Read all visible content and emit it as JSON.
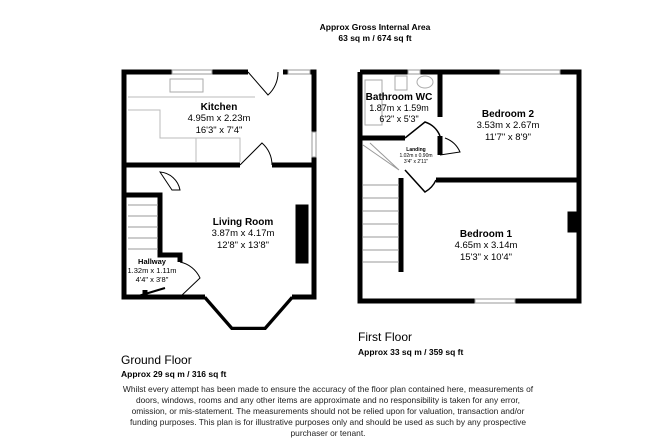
{
  "header": {
    "title": "Approx Gross Internal Area",
    "area": "63 sq m / 674 sq ft"
  },
  "ground_floor": {
    "label": "Ground Floor",
    "area": "Approx 29 sq m / 316 sq ft",
    "rooms": [
      {
        "name": "Kitchen",
        "metric": "4.95m x 2.23m",
        "imperial": "16'3\" x 7'4\""
      },
      {
        "name": "Living Room",
        "metric": "3.87m x 4.17m",
        "imperial": "12'8\" x 13'8\""
      },
      {
        "name": "Hallway",
        "metric": "1.32m x 1.11m",
        "imperial": "4'4\" x 3'8\""
      }
    ]
  },
  "first_floor": {
    "label": "First Floor",
    "area": "Approx 33 sq m / 359 sq ft",
    "rooms": [
      {
        "name": "Bathroom WC",
        "metric": "1.87m x 1.59m",
        "imperial": "6'2\" x 5'3\""
      },
      {
        "name": "Bedroom 2",
        "metric": "3.53m x 2.67m",
        "imperial": "11'7\" x 8'9\""
      },
      {
        "name": "Landing",
        "metric": "1.02m x 0.90m",
        "imperial": "3'4\" x 2'11\""
      },
      {
        "name": "Bedroom 1",
        "metric": "4.65m x 3.14m",
        "imperial": "15'3\" x 10'4\""
      }
    ]
  },
  "disclaimer": "Whilst every attempt has been made to ensure the accuracy of the floor plan contained here, measurements of doors, windows, rooms and any other items are approximate and no responsibility is taken for any error, omission, or mis-statement. The measurements should not be relied upon for valuation, transaction and/or funding purposes. This plan is for illustrative purposes only and should be used as such by any prospective purchaser or tenant."
}
